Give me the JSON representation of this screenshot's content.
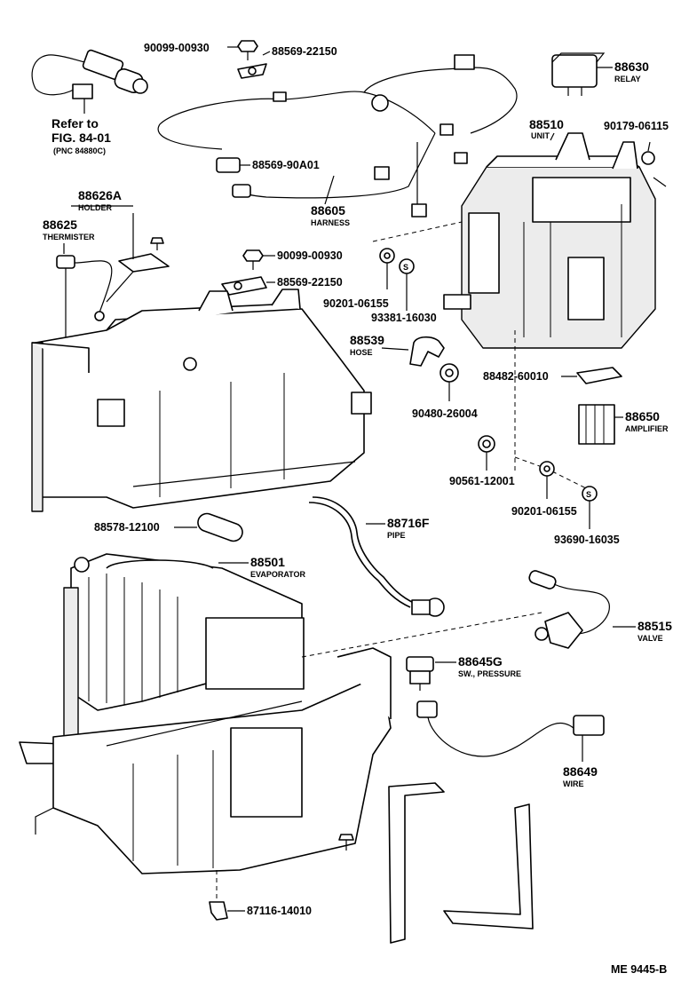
{
  "labels": {
    "p90099_top": "90099-00930",
    "p88569_22150_top": "88569-22150",
    "p88630": "88630",
    "relay": "RELAY",
    "refer_to": "Refer to",
    "fig_ref": "FIG. 84-01",
    "pnc_ref": "(PNC 84880C)",
    "p88510": "88510",
    "unit": "UNIT",
    "p90179": "90179-06115",
    "p88569_90a01": "88569-90A01",
    "p88605": "88605",
    "harness": "HARNESS",
    "p88626a": "88626A",
    "holder": "HOLDER",
    "p88625": "88625",
    "thermister": "THERMISTER",
    "p90099_mid": "90099-00930",
    "p88569_22150_mid": "88569-22150",
    "p90201_a": "90201-06155",
    "p93381": "93381-16030",
    "p88539": "88539",
    "hose": "HOSE",
    "p88482": "88482-60010",
    "p90480": "90480-26004",
    "p88650": "88650",
    "amplifier": "AMPLIFIER",
    "p90561": "90561-12001",
    "p90201_b": "90201-06155",
    "p93690": "93690-16035",
    "p88578": "88578-12100",
    "p88716f": "88716F",
    "pipe": "PIPE",
    "p88501": "88501",
    "evaporator": "EVAPORATOR",
    "p88515": "88515",
    "valve": "VALVE",
    "p88645g": "88645G",
    "sw_pressure": "SW., PRESSURE",
    "p88649": "88649",
    "wire": "WIRE",
    "p87116": "87116-14010",
    "footer": "ME  9445-B"
  }
}
